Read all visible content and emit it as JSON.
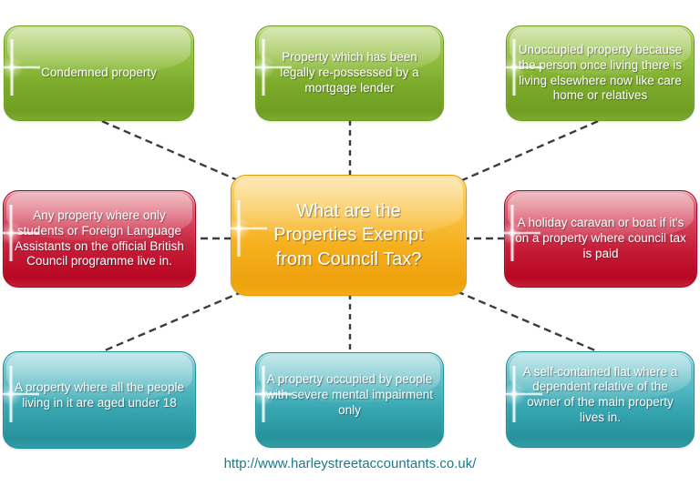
{
  "page": {
    "footer_link": "http://www.harleystreetaccountants.co.uk/"
  },
  "diagram": {
    "center": {
      "label": "What are the Properties Exempt from Council Tax?",
      "theme": "orange"
    },
    "nodes": [
      {
        "id": "condemned-property",
        "label": "Condemned property",
        "theme": "green",
        "position": "top-left"
      },
      {
        "id": "repossessed-property",
        "label": "Property which has been legally re-possessed by a mortgage lender",
        "theme": "green",
        "position": "top-center"
      },
      {
        "id": "unoccupied-property",
        "label": "Unoccupied property because the person once living there is living elsewhere now like care home or relatives",
        "theme": "green",
        "position": "top-right"
      },
      {
        "id": "student-property",
        "label": "Any property where only students or Foreign Language Assistants on the official British Council programme live in.",
        "theme": "red",
        "position": "middle-left"
      },
      {
        "id": "holiday-caravan",
        "label": "A holiday caravan or boat if it's on a property where council tax is paid",
        "theme": "red",
        "position": "middle-right"
      },
      {
        "id": "under-18-property",
        "label": "A property where all the people living in it are aged under 18",
        "theme": "teal",
        "position": "bottom-left"
      },
      {
        "id": "mental-impairment",
        "label": "A property occupied by people with severe mental impairment only",
        "theme": "teal",
        "position": "bottom-center"
      },
      {
        "id": "dependent-relative",
        "label": "A self-contained flat where a dependent relative of the owner of the main property lives in.",
        "theme": "teal",
        "position": "bottom-right"
      }
    ],
    "colors": {
      "green": "#84b02f",
      "red": "#c81d35",
      "teal": "#35a7b1",
      "orange": "#f5b126",
      "connector": "#3b3b3b",
      "link": "#1b7b8d"
    }
  }
}
